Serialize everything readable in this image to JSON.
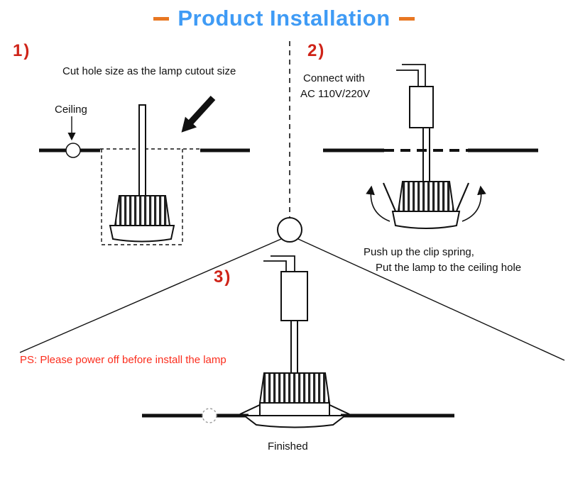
{
  "title": "Product Installation",
  "step1": {
    "number": "1)",
    "caption": "Cut hole size as the lamp cutout size",
    "ceiling_label": "Ceiling"
  },
  "step2": {
    "number": "2)",
    "caption_line1": "Connect with",
    "caption_line2": "AC 110V/220V",
    "instruction_line1": "Push up the clip spring,",
    "instruction_line2": "Put the lamp to the ceiling hole"
  },
  "step3": {
    "number": "3)",
    "warning": "PS: Please power off before install the lamp",
    "finished_label": "Finished"
  },
  "colors": {
    "title_blue": "#3f9bf5",
    "accent_orange": "#e87722",
    "step_red": "#cf2318",
    "warning_red": "#fb2d1d"
  }
}
